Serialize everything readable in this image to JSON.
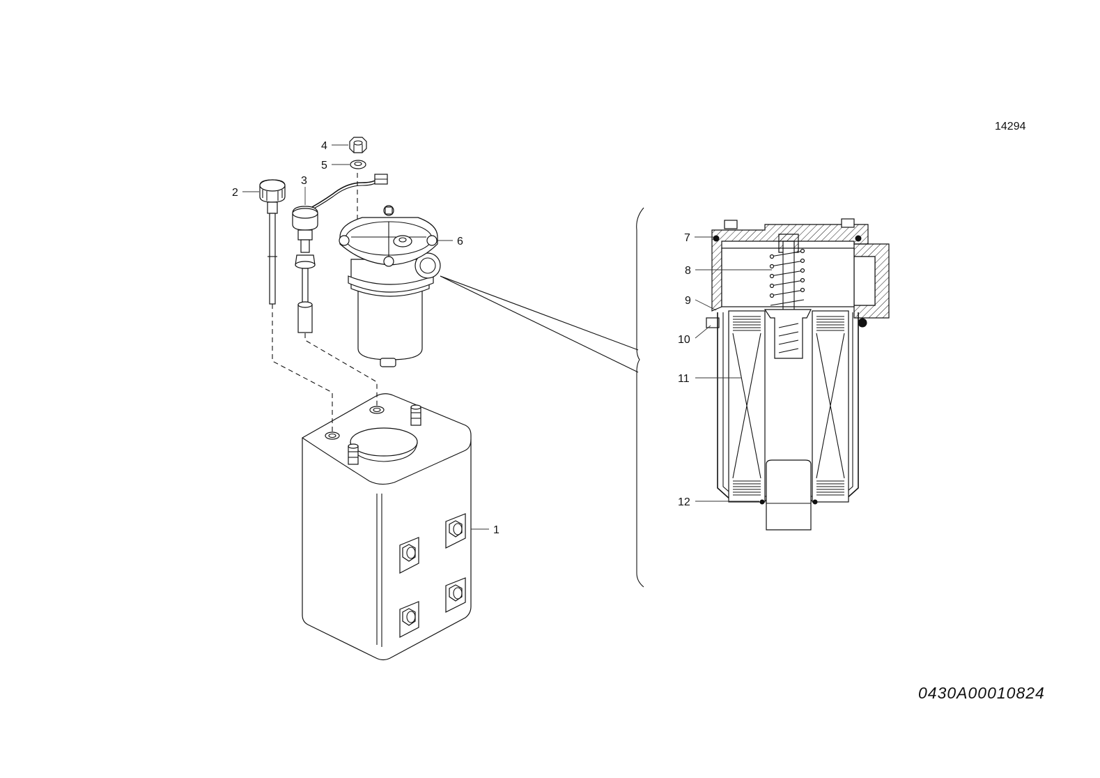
{
  "drawing": {
    "figure_code": "14294",
    "document_number": "0430A00010824"
  },
  "callouts": [
    {
      "id": "1",
      "label": "1"
    },
    {
      "id": "2",
      "label": "2"
    },
    {
      "id": "3",
      "label": "3"
    },
    {
      "id": "4",
      "label": "4"
    },
    {
      "id": "5",
      "label": "5"
    },
    {
      "id": "6",
      "label": "6"
    },
    {
      "id": "7",
      "label": "7"
    },
    {
      "id": "8",
      "label": "8"
    },
    {
      "id": "9",
      "label": "9"
    },
    {
      "id": "10",
      "label": "10"
    },
    {
      "id": "11",
      "label": "11"
    },
    {
      "id": "12",
      "label": "12"
    }
  ]
}
